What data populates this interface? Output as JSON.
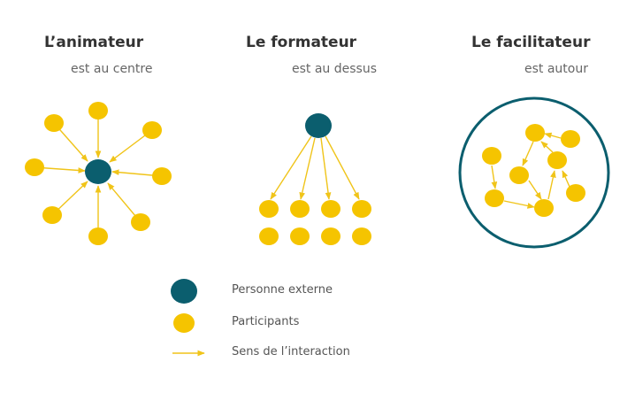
{
  "colors": {
    "participant": "#f5c400",
    "external": "#0b5e6e",
    "arrow": "#f0c419",
    "circle_border": "#0b5e6e"
  },
  "panels": [
    {
      "title": "L’animateur",
      "subtitle": "est au centre"
    },
    {
      "title": "Le formateur",
      "subtitle": "est au dessus"
    },
    {
      "title": "Le facilitateur",
      "subtitle": "est autour"
    }
  ],
  "legend": {
    "external": "Personne externe",
    "participants": "Participants",
    "interaction": "Sens de l’interaction"
  }
}
